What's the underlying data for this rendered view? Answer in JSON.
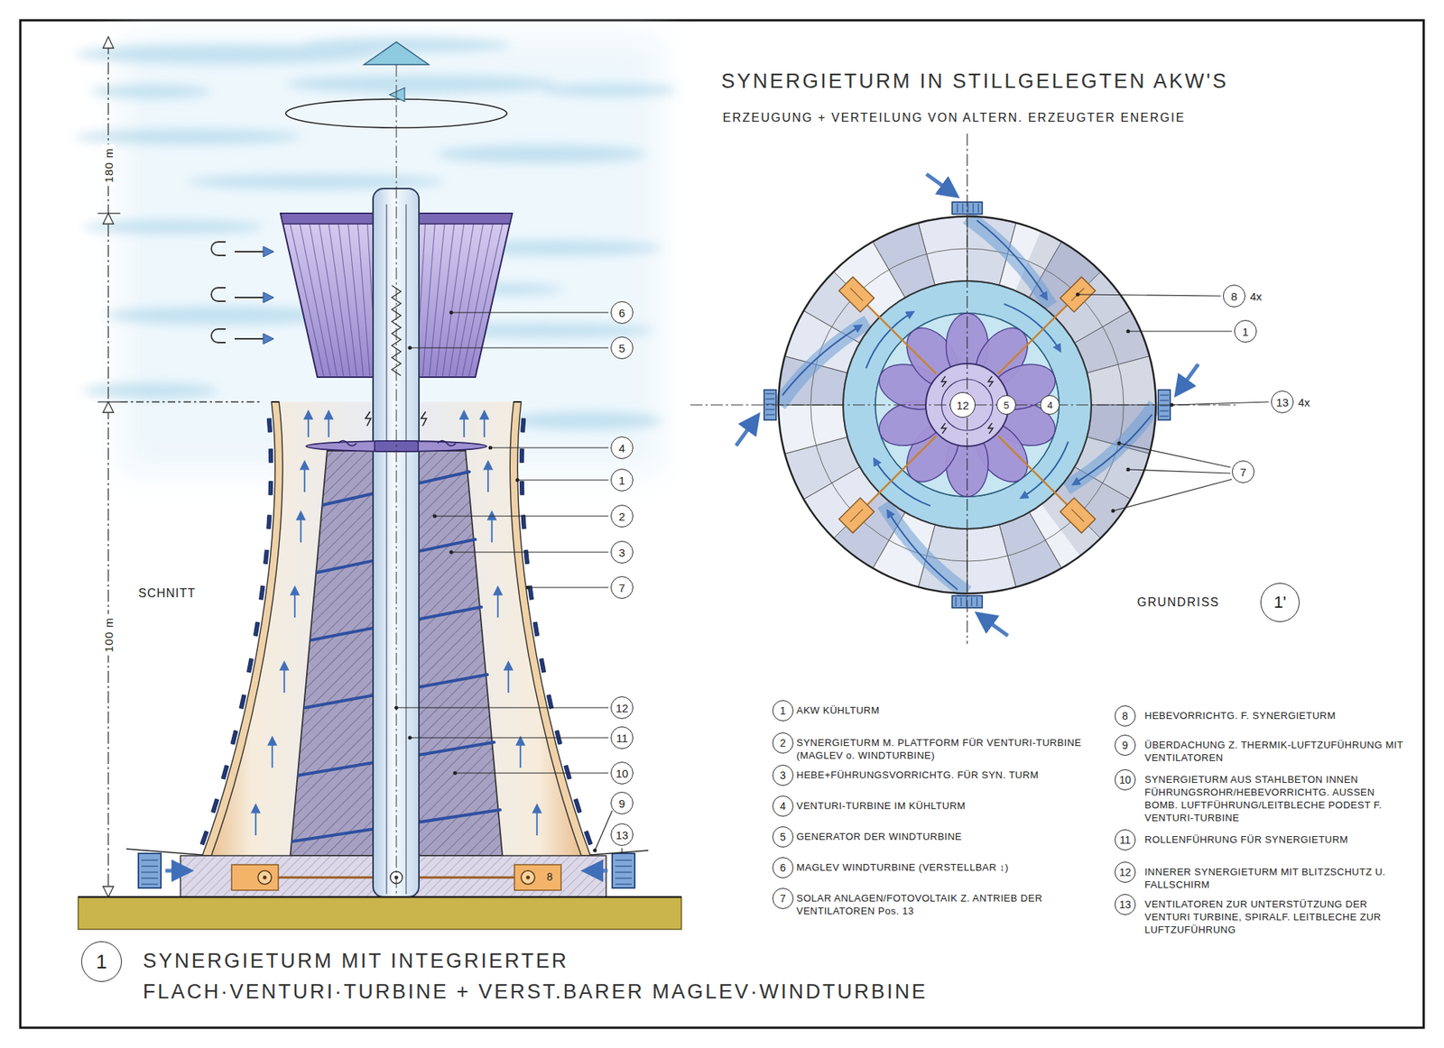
{
  "diagram": {
    "title": "SYNERGIETURM IN STILLGELEGTEN AKW'S",
    "caption": "SYNERGIETURM MIT INTEGRIERTER FLACH·VENTURI·TURBINE + VERST.BARER MAGLEV·WINDTURBINE",
    "labels": [
      "180 m",
      "100 m",
      "SCHNITT",
      "6",
      "5",
      "4",
      "1",
      "2",
      "3",
      "7",
      "12",
      "11",
      "10",
      "9",
      "13",
      "8",
      "ERZEUGUNG + VERTEILUNG VON ALTERN. ERZEUGTER ENERGIE",
      "8",
      "4x",
      "1",
      "13",
      "4x",
      "7",
      "12",
      "5",
      "4",
      "GRUNDRISS",
      "1'",
      "1",
      "AKW KÜHLTURM",
      "2",
      "SYNERGIETURM M. PLATTFORM FÜR VENTURI-TURBINE (MAGLEV o. WINDTURBINE)",
      "3",
      "HEBE+FÜHRUNGSVORRICHTG. FÜR SYN. TURM",
      "4",
      "VENTURI-TURBINE IM KÜHLTURM",
      "5",
      "GENERATOR DER WINDTURBINE",
      "6",
      "MAGLEV WINDTURBINE (VERSTELLBAR ↕)",
      "7",
      "SOLAR ANLAGEN/FOTOVOLTAIK Z. ANTRIEB DER VENTILATOREN Pos. 13",
      "8",
      "HEBEVORRICHTG. F. SYNERGIETURM",
      "9",
      "ÜBERDACHUNG Z. THERMIK-LUFTZUFÜHRUNG MIT VENTILATOREN",
      "10",
      "SYNERGIETURM AUS STAHLBETON INNEN FÜHRUNGSROHR/HEBEVORRICHTG. AUSSEN BOMB. LUFTFÜHRUNG/LEITBLECHE PODEST F. VENTURI-TURBINE",
      "11",
      "ROLLENFÜHRUNG FÜR SYNERGIETURM",
      "12",
      "INNERER SYNERGIETURM MIT BLITZSCHUTZ U. FALLSCHIRM",
      "13",
      "VENTILATOREN ZUR UNTERSTÜTZUNG DER VENTURI TURBINE, SPIRALF. LEITBLECHE ZUR LUFTZUFÜHRUNG",
      "1"
    ]
  }
}
